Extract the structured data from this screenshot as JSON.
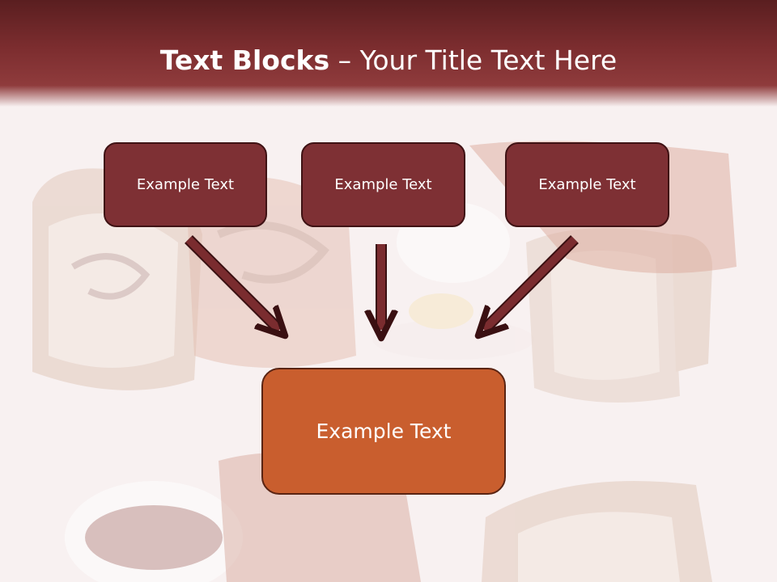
{
  "title": {
    "bold": "Text Blocks",
    "separator": " – ",
    "rest": "Your Title Text Here"
  },
  "blocks": [
    {
      "label": "Example Text"
    },
    {
      "label": "Example Text"
    },
    {
      "label": "Example Text"
    }
  ],
  "target": {
    "label": "Example Text"
  },
  "colors": {
    "header": "#7c2d2f",
    "block": "#7e3034",
    "target": "#c95e2e",
    "arrow": "#7a2c2f"
  }
}
